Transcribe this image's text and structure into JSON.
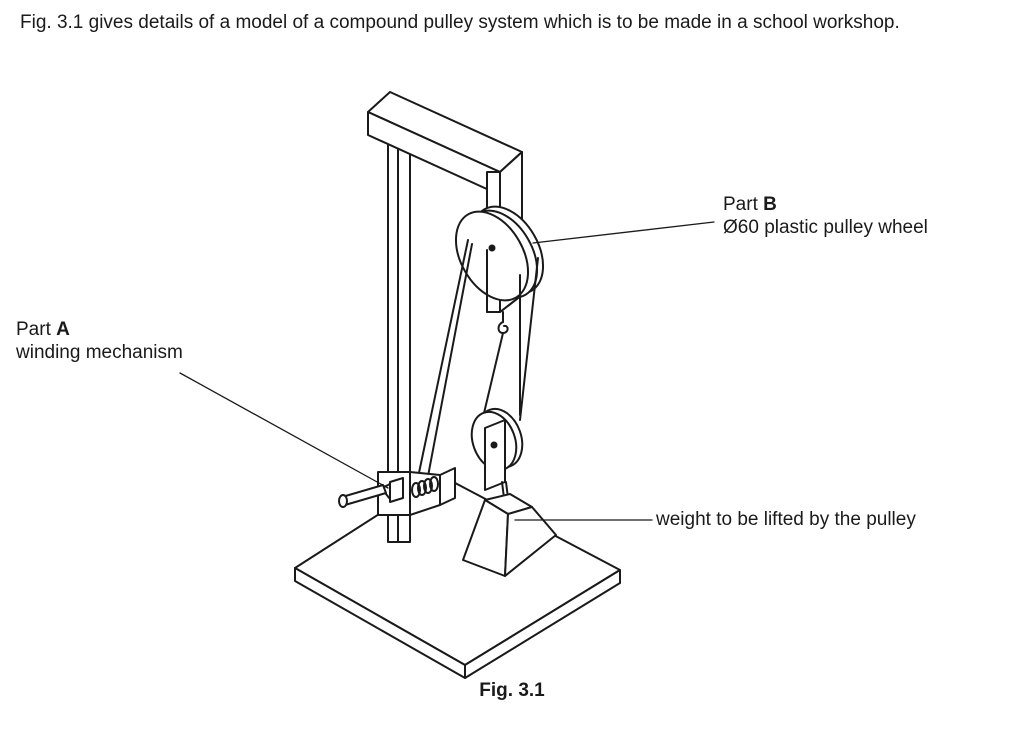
{
  "intro_text": "Fig. 3.1 gives details of a model of a compound pulley system which is to be made in a school workshop.",
  "labels": {
    "part_b": {
      "prefix": "Part ",
      "letter": "B",
      "desc": "Ø60 plastic pulley wheel"
    },
    "part_a": {
      "prefix": "Part ",
      "letter": "A",
      "desc": "winding mechanism"
    },
    "weight": "weight to be lifted by the pulley"
  },
  "caption": "Fig. 3.1"
}
